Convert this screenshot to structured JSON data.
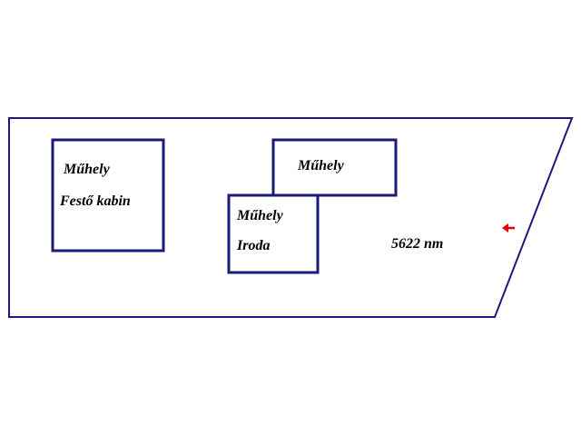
{
  "colors": {
    "outline": "#1a1a7a",
    "text": "#000000",
    "arrow": "#e00000",
    "background": "#ffffff"
  },
  "buildings": [
    {
      "lines": [
        "Műhely",
        "Festő kabin"
      ]
    },
    {
      "lines": [
        "Műhely"
      ]
    },
    {
      "lines": [
        "Műhely",
        "Iroda"
      ]
    }
  ],
  "area_label": "5622 nm",
  "arrow_icon": "red-left-arrow-icon"
}
